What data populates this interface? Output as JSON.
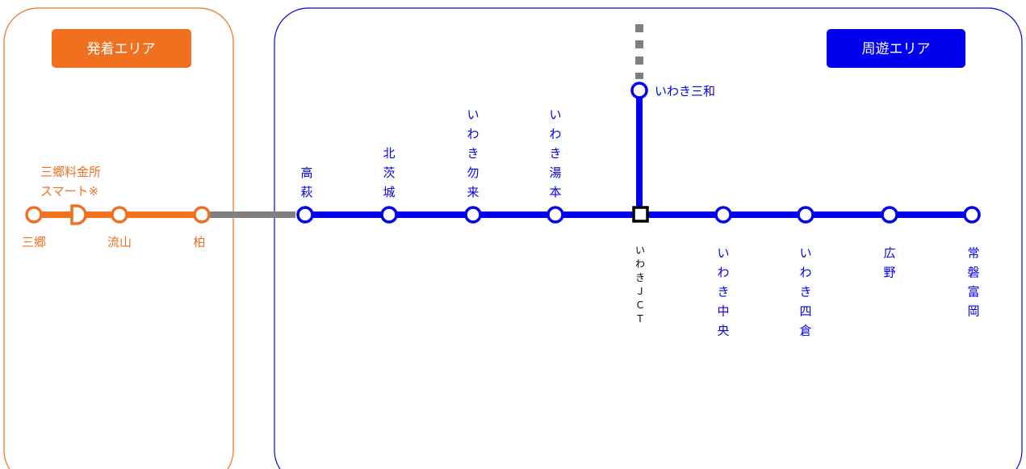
{
  "colors": {
    "origin": "#f07020",
    "tour": "#0000ee",
    "connector": "#808080",
    "junction": "#000000",
    "badge_text": "#ffffff"
  },
  "origin_area": {
    "badge": "発着エリア",
    "toll_booth": {
      "line1": "三郷料金所",
      "line2": "スマート※"
    },
    "stations": [
      "三郷",
      "流山",
      "柏"
    ]
  },
  "tour_area": {
    "badge": "周遊エリア",
    "stations_above": [
      "高萩",
      "北茨城",
      "いわき勿来",
      "いわき湯本"
    ],
    "junction": "いわきＪＣＴ",
    "stations_below": [
      "いわき中央",
      "いわき四倉",
      "広野",
      "常磐富岡"
    ],
    "branch_station": "いわき三和"
  }
}
